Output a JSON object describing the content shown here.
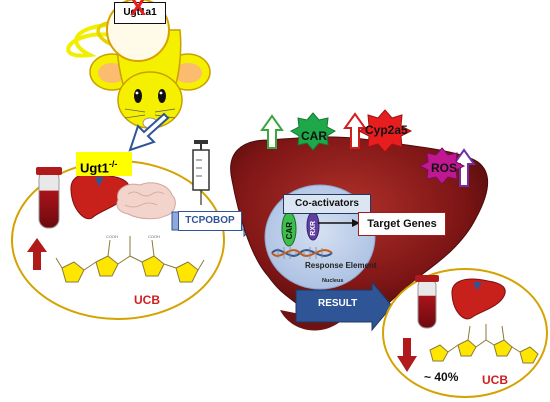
{
  "labels": {
    "gene_box": "Ugt1a1",
    "knockout_mark": "X",
    "mouse_model": "Ugt1",
    "mouse_model_sup": "-/-",
    "ucb_before": "UCB",
    "drug": "TCPOBOP",
    "coactivators": "Co-activators",
    "car": "CAR",
    "rxr": "RXR",
    "response_element": "Response Element",
    "nucleus": "Nucleus",
    "target_genes": "Target Genes",
    "car_top": "CAR",
    "cyp": "Cyp2a5",
    "ros": "ROS",
    "result": "RESULT",
    "reduction": "~ 40%",
    "ucb_after": "UCB"
  },
  "colors": {
    "yellow": "#ffff00",
    "liver": "#8b1a1a",
    "arrow_blue": "#2f5597",
    "up_green": "#3aa640",
    "up_red": "#d11e1e",
    "up_purple": "#7030a0",
    "car_star": "#1fa84a",
    "cyp_star": "#e81e1e",
    "ros_star": "#c01890",
    "nucleus": "#b4c6e7",
    "circle_border": "#c8a000"
  }
}
